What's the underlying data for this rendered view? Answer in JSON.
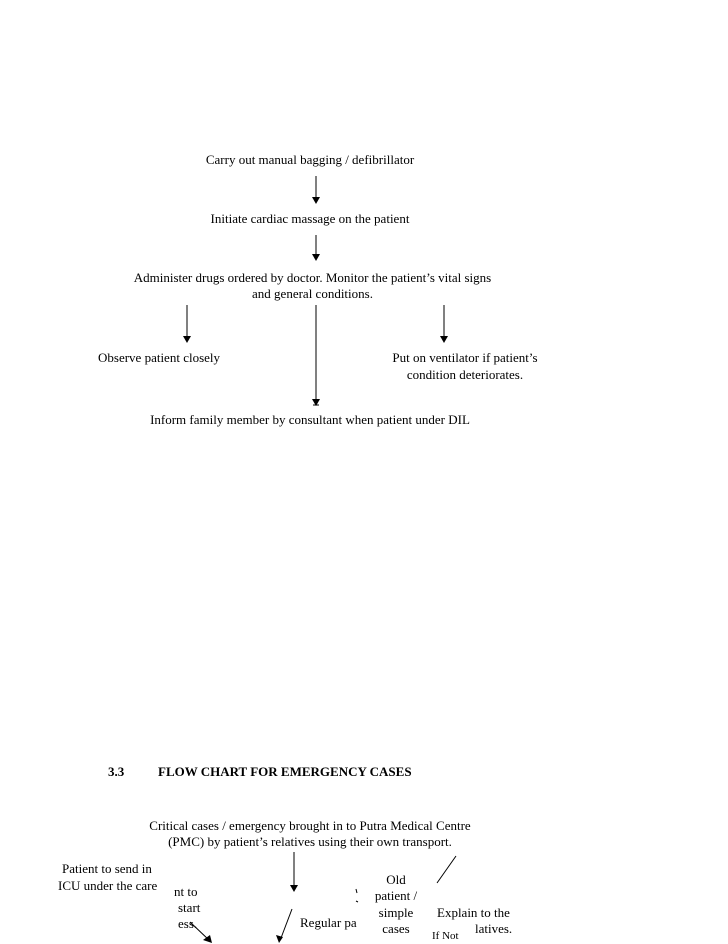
{
  "flow1": {
    "step1": "Carry out manual bagging / defibrillator",
    "step2": "Initiate cardiac massage on the patient",
    "step3_line1": "Administer drugs ordered by doctor. Monitor the patient’s vital signs",
    "step3_line2": "and general conditions.",
    "left_branch": "Observe patient closely",
    "right_branch_line1": "Put on ventilator if patient’s",
    "right_branch_line2": "condition deteriorates.",
    "bottom": "Inform family member by consultant when patient under DIL"
  },
  "section": {
    "number": "3.3",
    "title": "FLOW CHART FOR EMERGENCY CASES"
  },
  "flow2": {
    "top_line1": "Critical cases / emergency brought in to Putra Medical Centre",
    "top_line2": "(PMC) by patient’s relatives using their own transport.",
    "left_box_line1": "Patient to send  in",
    "left_box_line2": "ICU under the care",
    "partial_a1": "nt to",
    "partial_a2": "start",
    "partial_a3": "ess.",
    "regular": "Regular pa",
    "old_line1": "Old",
    "old_line2": "patient /",
    "old_line3": "simple",
    "old_line4": "cases",
    "explain_line1": "Explain to the",
    "explain_line2": "latives.",
    "ifnot": "If Not"
  }
}
